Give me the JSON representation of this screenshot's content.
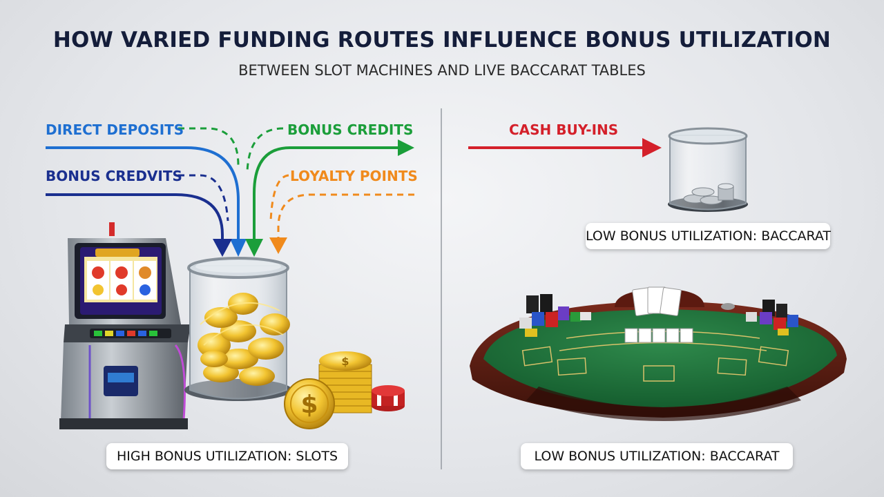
{
  "header": {
    "title": "HOW VARIED FUNDING ROUTES INFLUENCE BONUS UTILIZATION",
    "subtitle": "BETWEEN SLOT MACHINES AND LIVE BACCARAT TABLES"
  },
  "left_panel": {
    "flows": [
      {
        "label": "DIRECT DEPOSITS",
        "color": "#1e6fd1",
        "style": "solid"
      },
      {
        "label": "BONUS CREDVITS",
        "color": "#1a2f8f",
        "style": "solid"
      },
      {
        "label": "BONUS CREDITS",
        "color": "#1b9e3a",
        "style": "solid"
      },
      {
        "label": "LOYALTY POINTS",
        "color": "#f08a1c",
        "style": "dashed"
      }
    ],
    "caption": "HIGH BONUS UTILIZATION: SLOTS"
  },
  "right_panel": {
    "flows": [
      {
        "label": "CASH BUY-INS",
        "color": "#d4202a",
        "style": "solid"
      }
    ],
    "jar_caption": "LOW BONUS UTILIZATION: BACCARAT",
    "table_caption": "LOW BONUS UTILIZATION: BACCARAT"
  },
  "icons": {
    "slot_machine": "slot-machine-icon",
    "coin_jar_full": "coin-jar-full-icon",
    "coin_jar_low": "coin-jar-low-icon",
    "coin_stack": "coin-stack-icon",
    "dollar_coin": "dollar-coin-icon",
    "casino_chips": "casino-chips-icon",
    "baccarat_table": "baccarat-table-icon"
  }
}
